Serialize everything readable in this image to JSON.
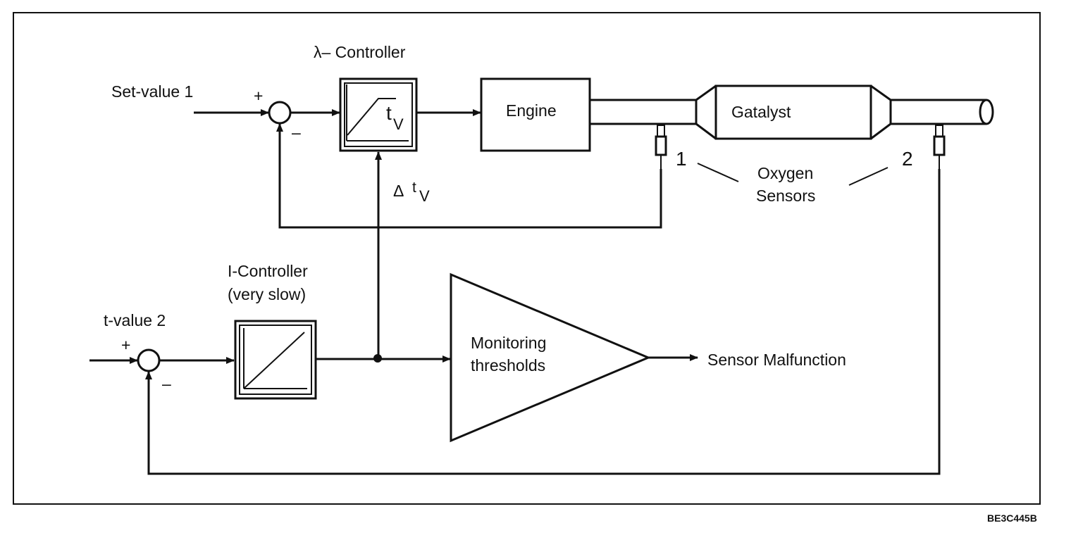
{
  "labels": {
    "lambda_controller": "λ– Controller",
    "set_value_1": "Set-value 1",
    "plus_top": "+",
    "minus_top": "–",
    "engine": "Engine",
    "catalyst": "Gatalyst",
    "t_v_letter": "t",
    "t_v_sub": "V",
    "delta": "Δ",
    "delta_t_letter": "t",
    "delta_t_sub": "V",
    "sensor_1": "1",
    "sensor_2": "2",
    "oxygen": "Oxygen",
    "sensors": "Sensors",
    "i_controller": "I-Controller",
    "very_slow": "(very slow)",
    "t_value_2": "t-value 2",
    "plus_bottom": "+",
    "minus_bottom": "–",
    "monitoring": "Monitoring",
    "thresholds": "thresholds",
    "sensor_malfunction": "Sensor Malfunction",
    "figure_code": "BE3C445B"
  }
}
